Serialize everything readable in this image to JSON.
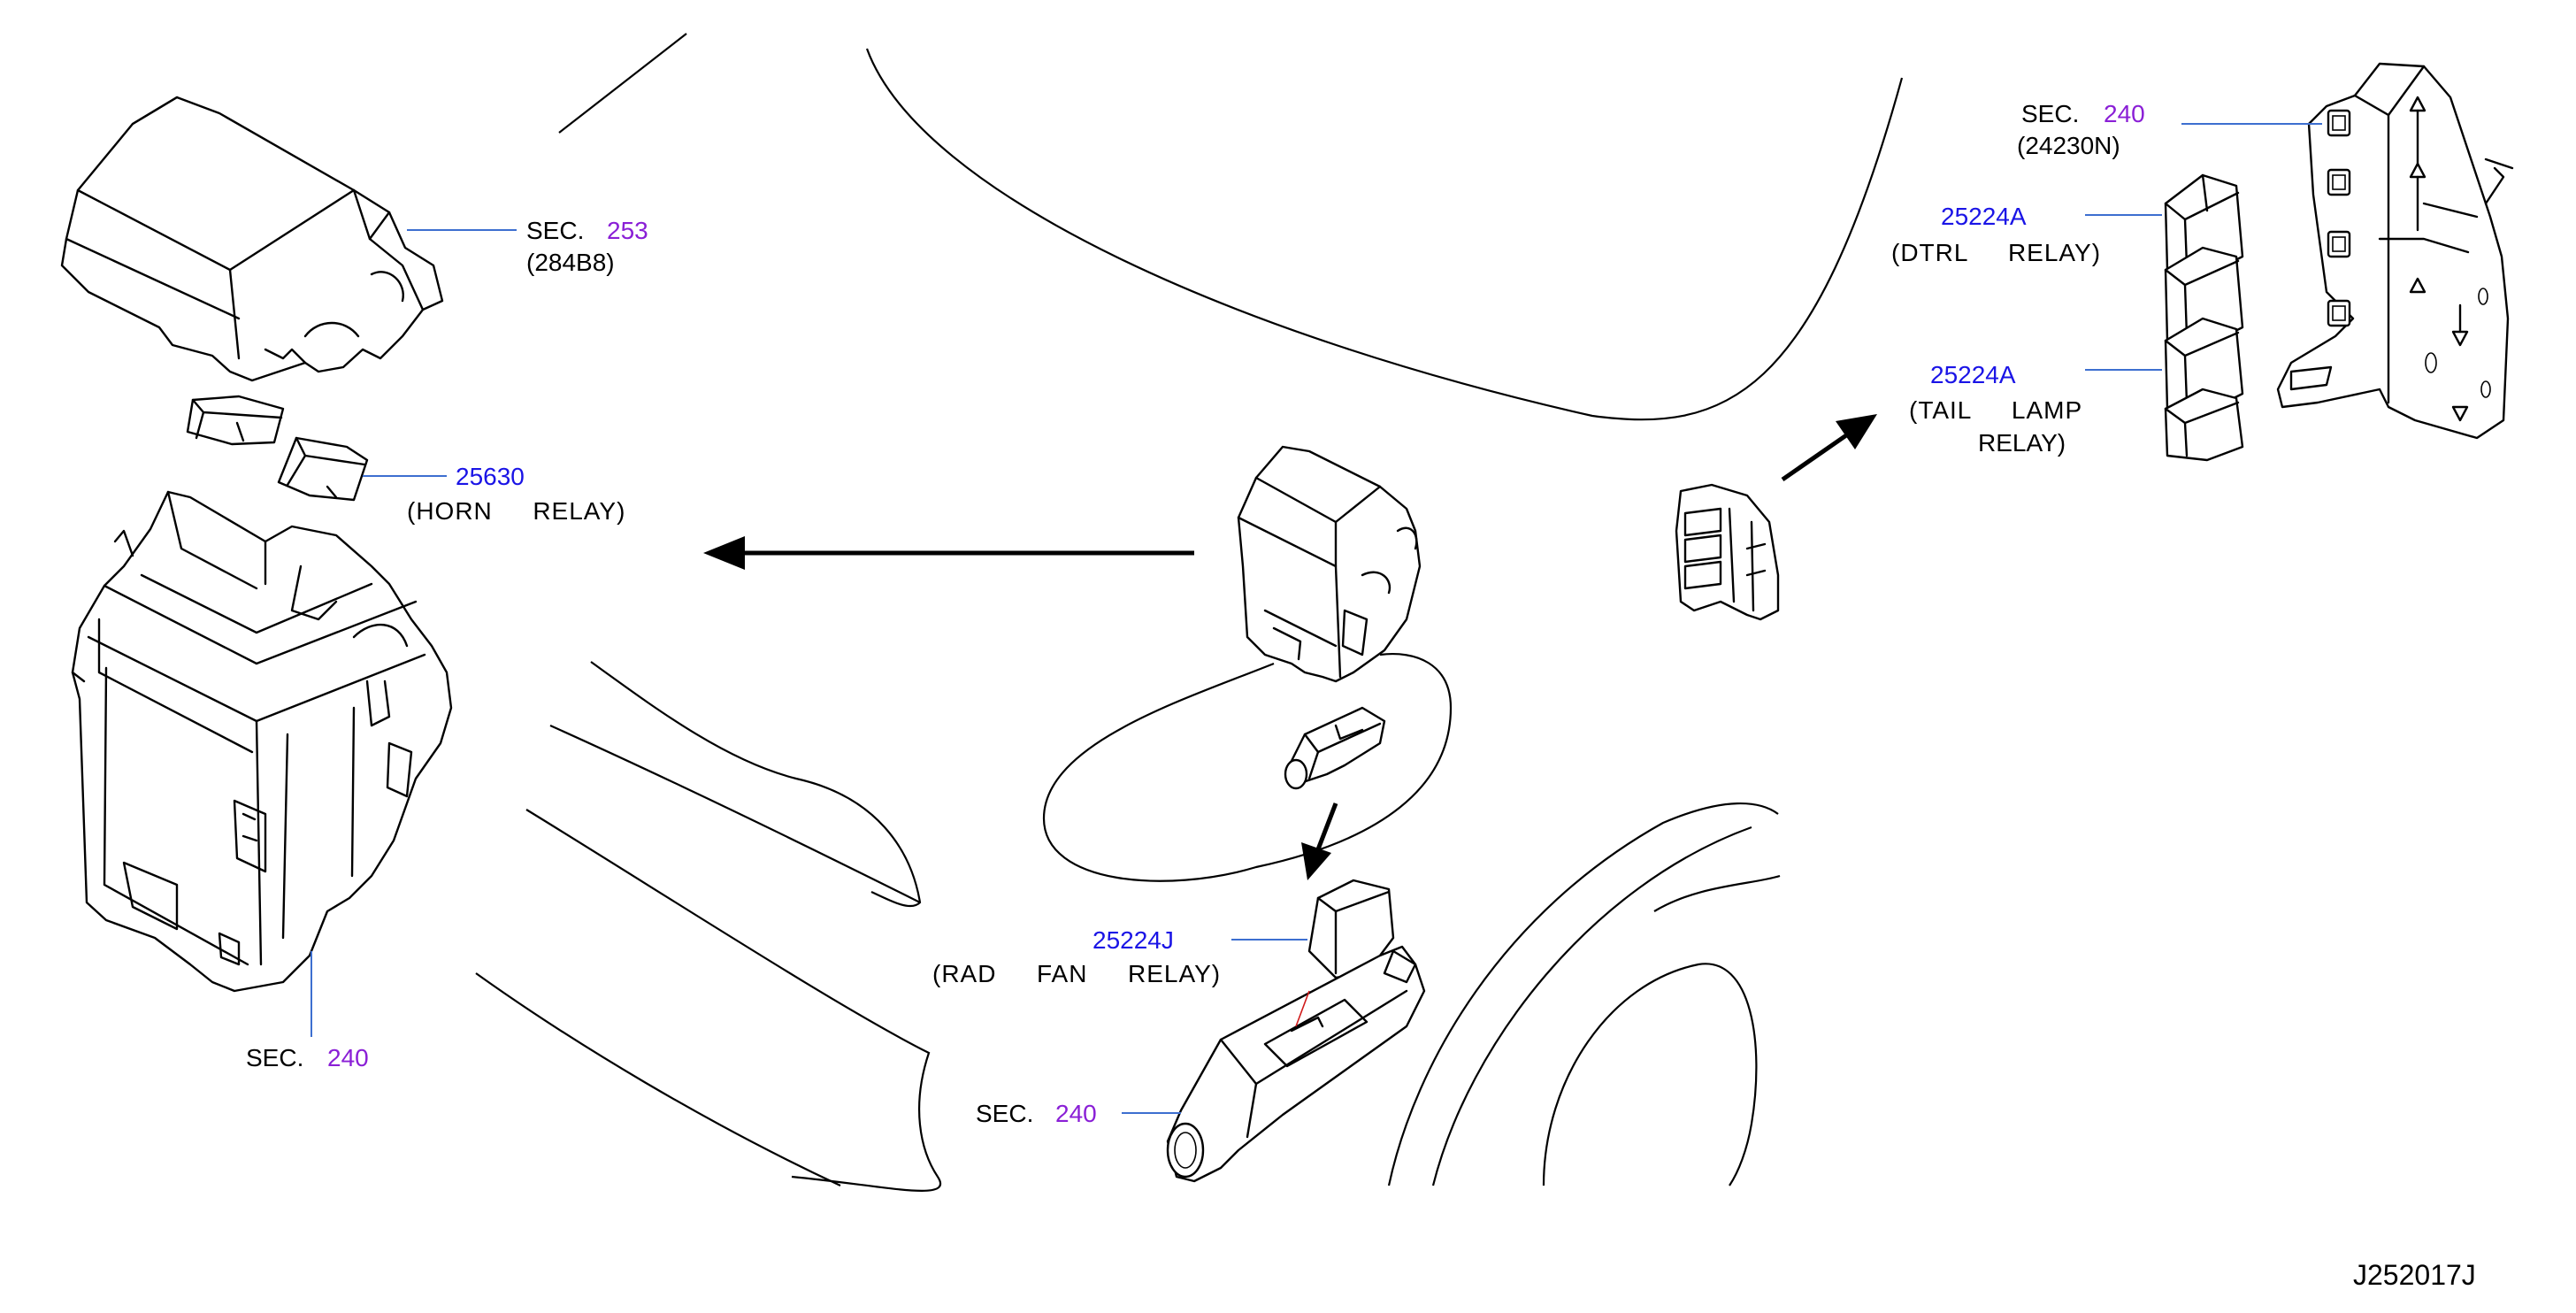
{
  "callouts": {
    "cover_sec": {
      "prefix": "SEC.",
      "number": "253",
      "code": "(284B8)"
    },
    "horn_relay": {
      "part": "25630",
      "desc": "(HORN  RELAY)"
    },
    "main_box_sec": {
      "prefix": "SEC.",
      "number": "240"
    },
    "bracket_sec": {
      "prefix": "SEC.",
      "number": "240",
      "code": "(24230N)"
    },
    "dtrl_relay": {
      "part": "25224A",
      "desc": "(DTRL  RELAY)"
    },
    "tail_lamp_relay": {
      "part": "25224A",
      "desc_line1": "(TAIL  LAMP",
      "desc_line2": "RELAY)"
    },
    "rad_fan_relay": {
      "part": "25224J",
      "desc": "(RAD  FAN  RELAY)"
    },
    "connector_sec": {
      "prefix": "SEC.",
      "number": "240"
    }
  },
  "diagram_id": "J252017J",
  "colors": {
    "part_number": "#1a14e6",
    "section_number": "#8a1fd6",
    "leader_line": "#3d6fd0",
    "ink": "#000000"
  }
}
